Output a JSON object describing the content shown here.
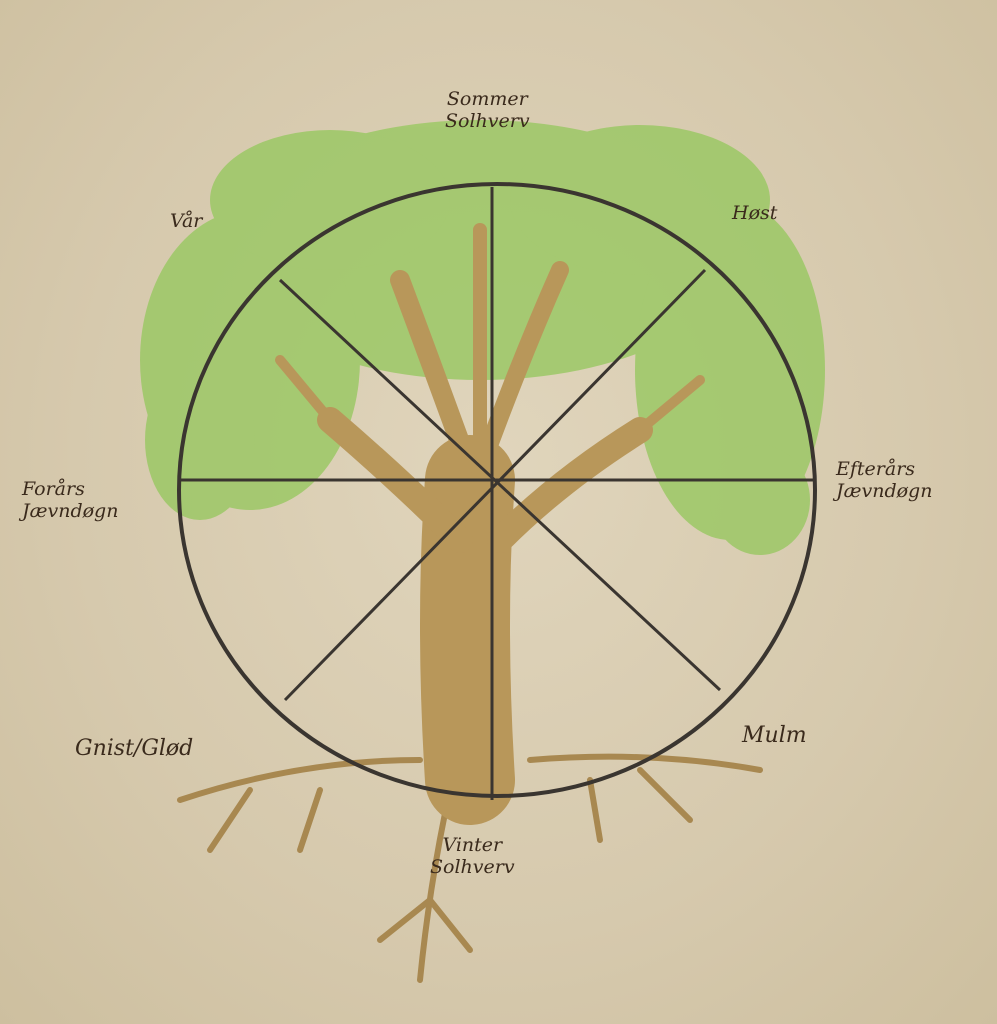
{
  "labels": {
    "top": [
      "Sommer",
      "Solhverv"
    ],
    "top_right": "Høst",
    "top_left": "Vår",
    "left": [
      "Forårs",
      "Jævndøgn"
    ],
    "right": [
      "Efterårs",
      "Jævndøgn"
    ],
    "bottom_left": "Gnist/Glød",
    "bottom_right": "Mulm",
    "bottom": [
      "Vinter",
      "Solhverv"
    ]
  },
  "colors": {
    "paper": "#d9cdb2",
    "foliage": "#8fbf5a",
    "trunk": "#b8975a",
    "ink": "#3a3530"
  }
}
